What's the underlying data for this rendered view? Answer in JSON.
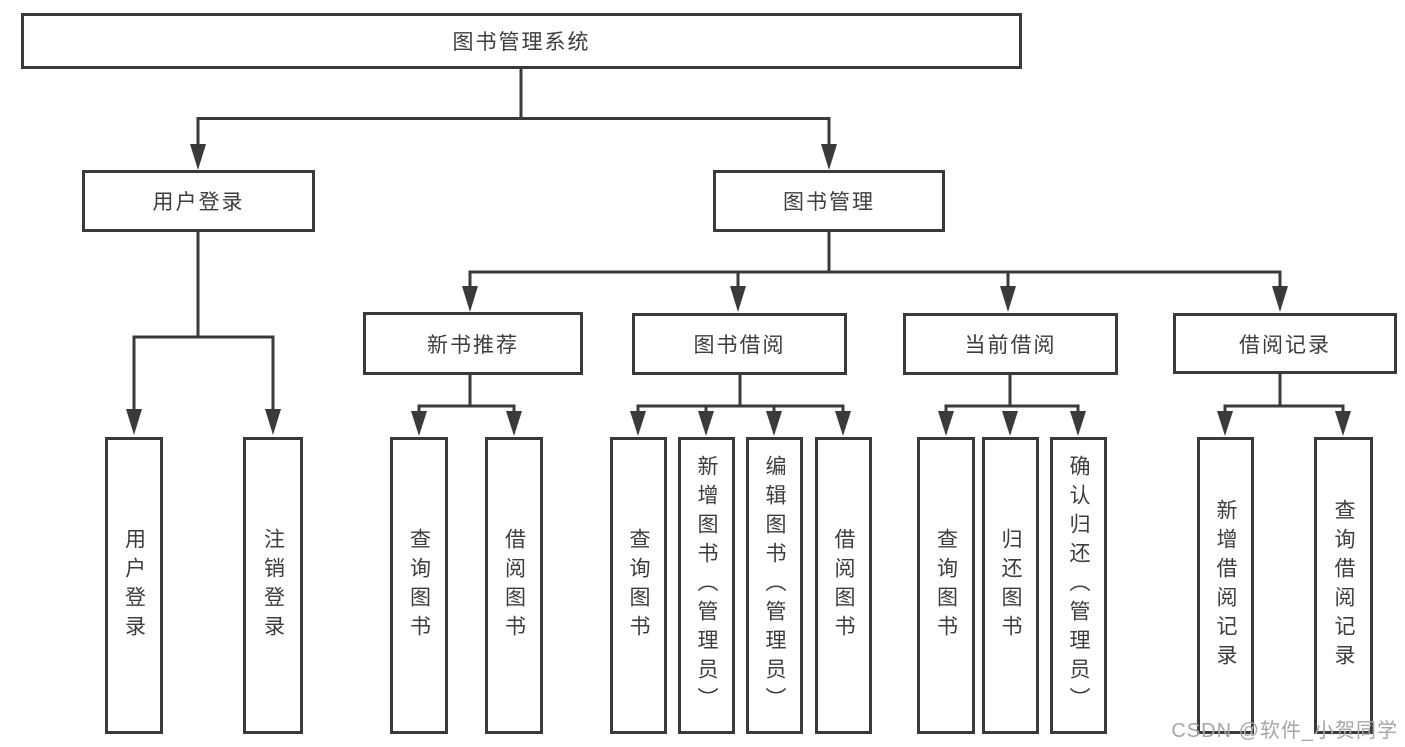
{
  "diagram": {
    "title": "图书管理系统",
    "watermark": "CSDN @软件_小贺同学",
    "colors": {
      "line": "#3a3a3a",
      "border": "#3a3a3a",
      "text": "#3d3d3d",
      "background": "#ffffff",
      "watermark": "#a6a6a6"
    },
    "nodes": {
      "root": {
        "label": "图书管理系统"
      },
      "user_login": {
        "label": "用户登录"
      },
      "book_mgmt": {
        "label": "图书管理"
      },
      "login": {
        "label": "用户登录"
      },
      "logout": {
        "label": "注销登录"
      },
      "new_rec": {
        "label": "新书推荐"
      },
      "borrowing": {
        "label": "图书借阅"
      },
      "current": {
        "label": "当前借阅"
      },
      "records": {
        "label": "借阅记录"
      },
      "rec_query": {
        "label": "查询图书"
      },
      "rec_borrow": {
        "label": "借阅图书"
      },
      "bor_query": {
        "label": "查询图书"
      },
      "bor_add": {
        "label": "新增图书（管理员）"
      },
      "bor_edit": {
        "label": "编辑图书（管理员）"
      },
      "bor_borrow": {
        "label": "借阅图书"
      },
      "cur_query": {
        "label": "查询图书"
      },
      "cur_return": {
        "label": "归还图书"
      },
      "cur_confirm": {
        "label": "确认归还（管理员）"
      },
      "recd_add": {
        "label": "新增借阅记录"
      },
      "recd_query": {
        "label": "查询借阅记录"
      }
    },
    "hierarchy": [
      {
        "parent": "图书管理系统",
        "children": [
          "用户登录",
          "图书管理"
        ]
      },
      {
        "parent": "用户登录",
        "children": [
          "用户登录",
          "注销登录"
        ]
      },
      {
        "parent": "图书管理",
        "children": [
          "新书推荐",
          "图书借阅",
          "当前借阅",
          "借阅记录"
        ]
      },
      {
        "parent": "新书推荐",
        "children": [
          "查询图书",
          "借阅图书"
        ]
      },
      {
        "parent": "图书借阅",
        "children": [
          "查询图书",
          "新增图书（管理员）",
          "编辑图书（管理员）",
          "借阅图书"
        ]
      },
      {
        "parent": "当前借阅",
        "children": [
          "查询图书",
          "归还图书",
          "确认归还（管理员）"
        ]
      },
      {
        "parent": "借阅记录",
        "children": [
          "新增借阅记录",
          "查询借阅记录"
        ]
      }
    ]
  }
}
